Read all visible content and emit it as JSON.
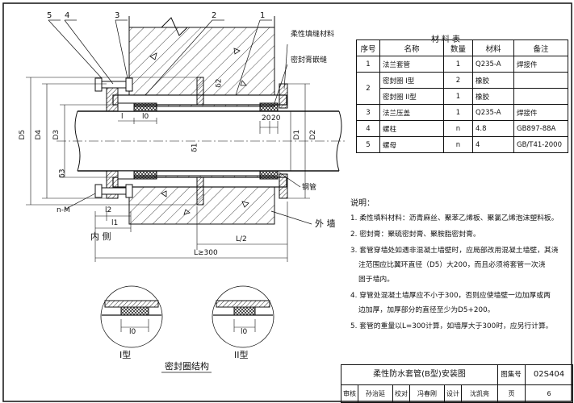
{
  "labels": {
    "n1": "1",
    "n2": "2",
    "n3": "3",
    "n4": "4",
    "n5": "5",
    "flex_fill": "柔性填缝材料",
    "seal_paste": "密封膏嵌缝",
    "D5": "D5",
    "D4": "D4",
    "D3": "D3",
    "D1": "D1",
    "D2": "D2",
    "delta2": "δ2",
    "delta3": "δ3",
    "delta1": "δ1",
    "l": "l",
    "l0": "l0",
    "d20a": "20",
    "d20b": "20",
    "nM": "n-M",
    "l2": "l2",
    "l1": "l1",
    "inner": "内 侧",
    "outer": "外 墙",
    "steel_pipe": "钢管",
    "L2": "L/2",
    "L300": "L≥300",
    "detail_l0a": "l0",
    "detail_l0b": "l0",
    "type1": "I型",
    "type2": "II型",
    "seal_struct": "密封圈结构"
  },
  "materials": {
    "title": "材料表",
    "headers": [
      "序号",
      "名称",
      "数量",
      "材料",
      "备注"
    ],
    "rows": [
      {
        "no": "1",
        "name": "法兰套管",
        "qty": "1",
        "mat": "Q235-A",
        "note": "焊接件"
      },
      {
        "no": "2",
        "name": "密封圈 I型",
        "qty": "2",
        "mat": "橡胶",
        "note": ""
      },
      {
        "no": "",
        "name": "密封圈 II型",
        "qty": "1",
        "mat": "橡胶",
        "note": ""
      },
      {
        "no": "3",
        "name": "法兰压盖",
        "qty": "1",
        "mat": "Q235-A",
        "note": "焊接件"
      },
      {
        "no": "4",
        "name": "螺柱",
        "qty": "n",
        "mat": "4.8",
        "note": "GB897-88A"
      },
      {
        "no": "5",
        "name": "螺母",
        "qty": "n",
        "mat": "4",
        "note": "GB/T41-2000"
      }
    ]
  },
  "notes": {
    "title": "说明：",
    "items": [
      [
        "1. 柔性填料材料：沥青麻丝、聚苯乙烯板、聚氯乙烯泡沫塑料板。"
      ],
      [
        "2. 密封膏：聚硫密封膏、聚胺脂密封膏。"
      ],
      [
        "3. 套管穿墙处如遇非混凝土墙壁时，应局部改用混凝土墙壁，其浇",
        "注范围应比翼环直径（D5）大200，而且必须将套管一次浇",
        "固于墙内。"
      ],
      [
        "4. 穿管处混凝土墙厚应不小于300，否则应使墙壁一边加厚或两",
        "边加厚，加厚部分的直径至少为D5+200。"
      ],
      [
        "5. 套管的重量以L=300计算，如墙厚大于300时，应另行计算。"
      ]
    ]
  },
  "title_block": {
    "title": "柔性防水套管(B型)安装图",
    "fig_no_label": "图集号",
    "fig_no": "02S404",
    "review_label": "审核",
    "review_name": "孙治延",
    "check_label": "校对",
    "check_name": "冯春刚",
    "design_label": "设计",
    "design_name": "沈凯亮",
    "page_label": "页",
    "page_no": "6"
  }
}
